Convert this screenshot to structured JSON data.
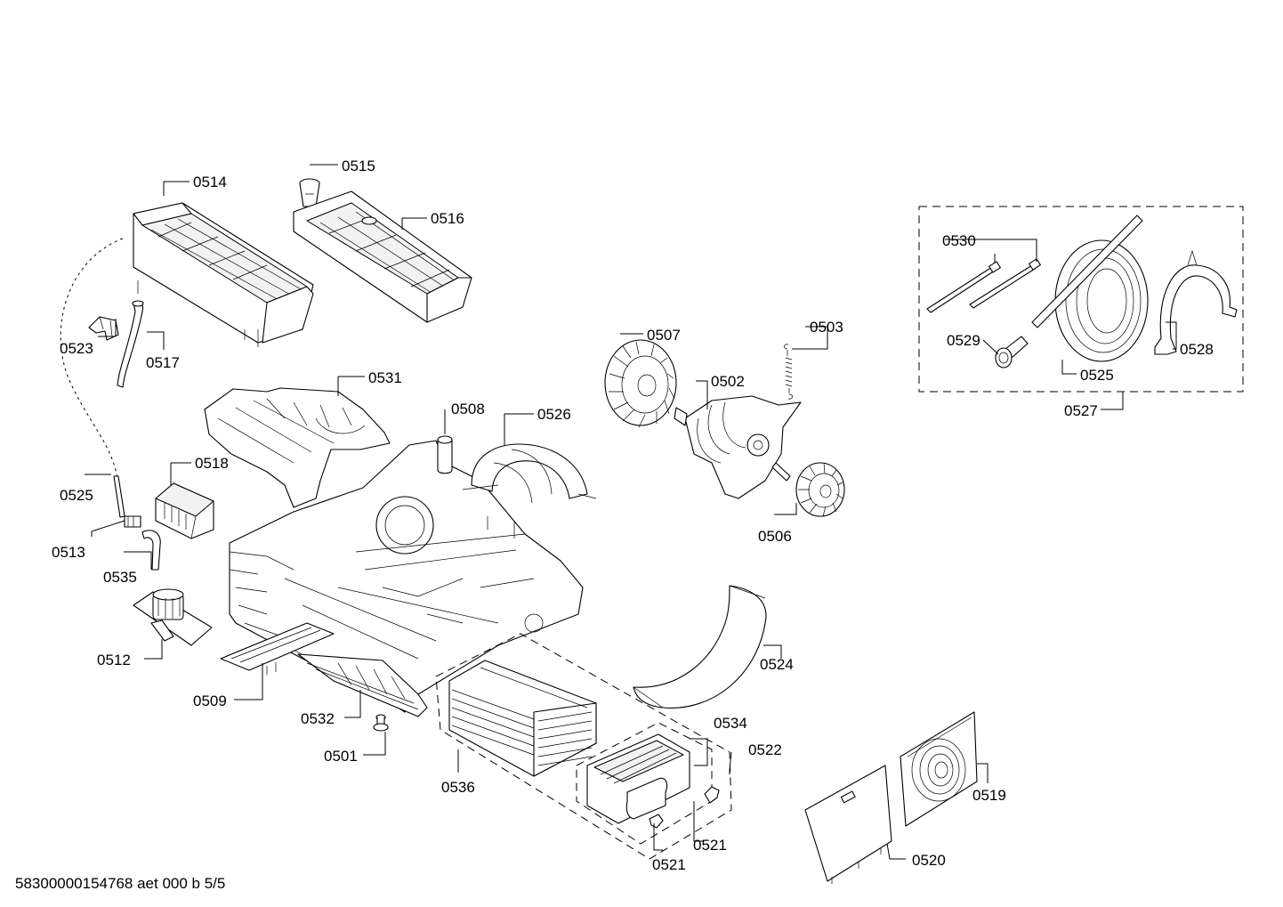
{
  "footer": "58300000154768 aet 000 b 5/5",
  "labels": {
    "p0501": "0501",
    "p0502": "0502",
    "p0503": "0503",
    "p0506": "0506",
    "p0507": "0507",
    "p0508": "0508",
    "p0509": "0509",
    "p0512": "0512",
    "p0513": "0513",
    "p0514": "0514",
    "p0515": "0515",
    "p0516": "0516",
    "p0517": "0517",
    "p0518": "0518",
    "p0519": "0519",
    "p0520": "0520",
    "p0521a": "0521",
    "p0521b": "0521",
    "p0522": "0522",
    "p0523": "0523",
    "p0524": "0524",
    "p0525a": "0525",
    "p0525b": "0525",
    "p0526": "0526",
    "p0527": "0527",
    "p0528": "0528",
    "p0529": "0529",
    "p0530": "0530",
    "p0531": "0531",
    "p0532": "0532",
    "p0534": "0534",
    "p0535": "0535",
    "p0536": "0536"
  }
}
